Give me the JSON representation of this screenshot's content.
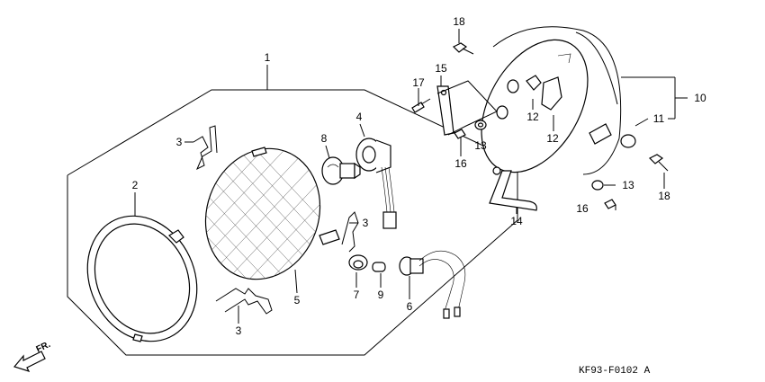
{
  "diagram": {
    "drawing_code": "KF93-F0102 A",
    "direction_label": "FR.",
    "callouts": {
      "c1": "1",
      "c2": "2",
      "c3a": "3",
      "c3b": "3",
      "c3c": "3",
      "c4": "4",
      "c5": "5",
      "c6": "6",
      "c7": "7",
      "c8": "8",
      "c9": "9",
      "c10": "10",
      "c11": "11",
      "c12a": "12",
      "c12b": "12",
      "c13a": "13",
      "c13b": "13",
      "c14": "14",
      "c15": "15",
      "c16a": "16",
      "c16b": "16",
      "c17": "17",
      "c18a": "18",
      "c18b": "18"
    }
  }
}
